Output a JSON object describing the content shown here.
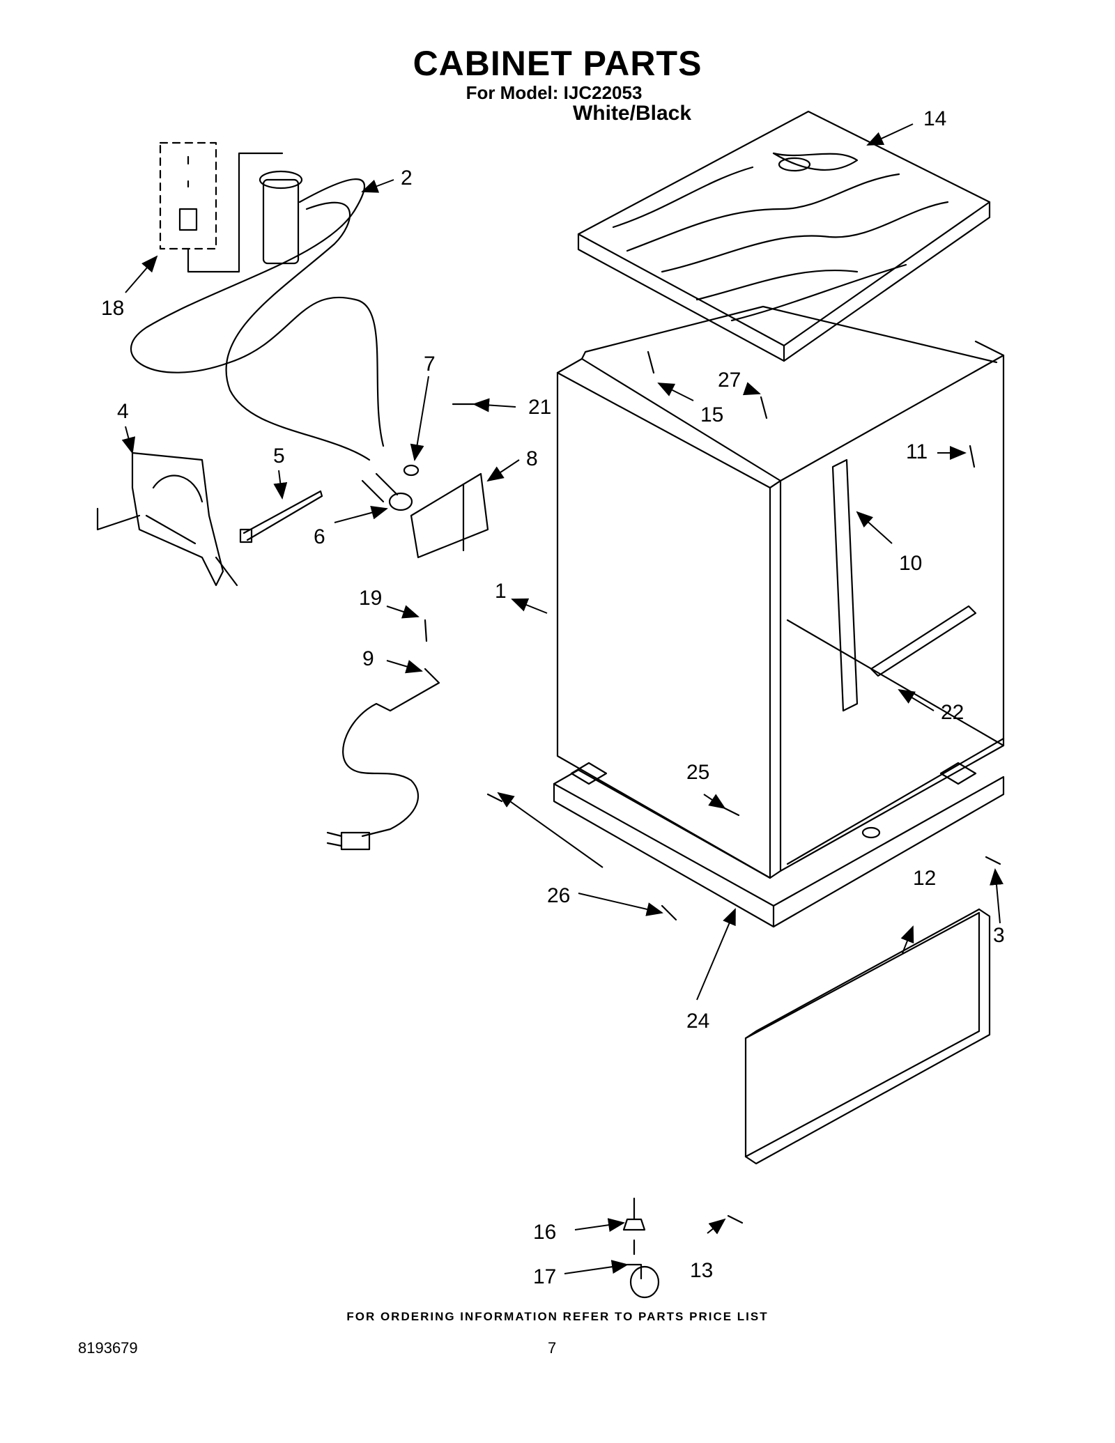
{
  "header": {
    "title": "CABINET PARTS",
    "model": "For Model: IJC22053",
    "color": "White/Black"
  },
  "callouts": [
    {
      "label": "1"
    },
    {
      "label": "2"
    },
    {
      "label": "3"
    },
    {
      "label": "4"
    },
    {
      "label": "5"
    },
    {
      "label": "6"
    },
    {
      "label": "7"
    },
    {
      "label": "8"
    },
    {
      "label": "9"
    },
    {
      "label": "10"
    },
    {
      "label": "11"
    },
    {
      "label": "12"
    },
    {
      "label": "13"
    },
    {
      "label": "14"
    },
    {
      "label": "15"
    },
    {
      "label": "16"
    },
    {
      "label": "17"
    },
    {
      "label": "18"
    },
    {
      "label": "19"
    },
    {
      "label": "21"
    },
    {
      "label": "22"
    },
    {
      "label": "24"
    },
    {
      "label": "25"
    },
    {
      "label": "26"
    },
    {
      "label": "27"
    }
  ],
  "footer": {
    "note": "FOR ORDERING INFORMATION REFER TO PARTS PRICE LIST",
    "doc_number": "8193679",
    "page_number": "7"
  }
}
